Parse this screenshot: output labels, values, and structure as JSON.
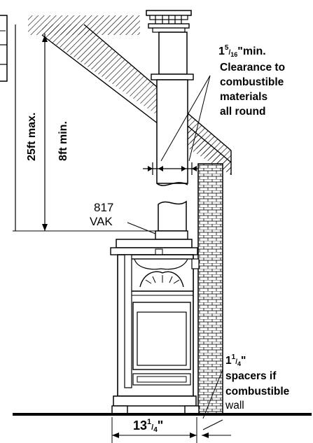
{
  "labels": {
    "height_max": "25ft max.",
    "height_min": "8ft min.",
    "clearance_value": "1",
    "clearance_num": "5",
    "clearance_den": "16",
    "clearance_suffix": "\"min.",
    "clearance_line1": "Clearance to",
    "clearance_line2": "combustible",
    "clearance_line3": "materials",
    "clearance_line4": "all round",
    "model_number": "817",
    "model_code": "VAK",
    "spacer_whole": "1",
    "spacer_num": "1",
    "spacer_den": "4",
    "spacer_suffix": "\"",
    "spacer_line1": "spacers if",
    "spacer_line2": "combustible",
    "spacer_line3": "wall",
    "width_whole": "13",
    "width_num": "1",
    "width_den": "4",
    "width_suffix": "\""
  },
  "colors": {
    "ink": "#000000",
    "paper": "#ffffff"
  }
}
